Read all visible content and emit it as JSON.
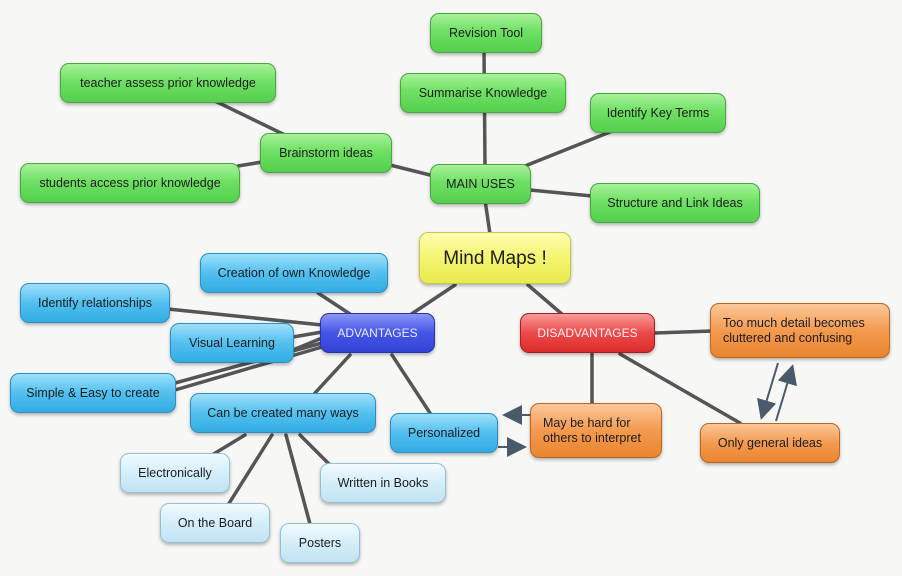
{
  "nodes": {
    "center": "Mind Maps !",
    "main_uses": "MAIN USES",
    "revision_tool": "Revision Tool",
    "summarise_knowledge": "Summarise Knowledge",
    "identify_key_terms": "Identify Key Terms",
    "structure_link_ideas": "Structure and Link Ideas",
    "brainstorm_ideas": "Brainstorm ideas",
    "teacher_assess": "teacher assess prior knowledge",
    "students_access": "students access prior knowledge",
    "advantages": "ADVANTAGES",
    "creation_own_knowledge": "Creation of own Knowledge",
    "identify_relationships": "Identify relationships",
    "visual_learning": "Visual Learning",
    "simple_easy": "Simple & Easy to create",
    "created_many_ways": "Can be created many ways",
    "electronically": "Electronically",
    "on_the_board": "On the Board",
    "posters": "Posters",
    "written_in_books": "Written in Books",
    "personalized": "Personalized",
    "disadvantages": "DISADVANTAGES",
    "too_much_detail": "Too much detail becomes cluttered and confusing",
    "hard_to_interpret": "May be hard for others to interpret",
    "only_general_ideas": "Only general ideas"
  },
  "colors": {
    "center": "#f4f470",
    "uses": "#6fe064",
    "advantages_hub": "#4455e6",
    "advantages": "#52c0ef",
    "ways": "#d5eef9",
    "disadvantages_hub": "#ec4a4a",
    "disadvantages": "#f39a4f",
    "connector": "#555555",
    "arrow": "#4a5a6a"
  }
}
